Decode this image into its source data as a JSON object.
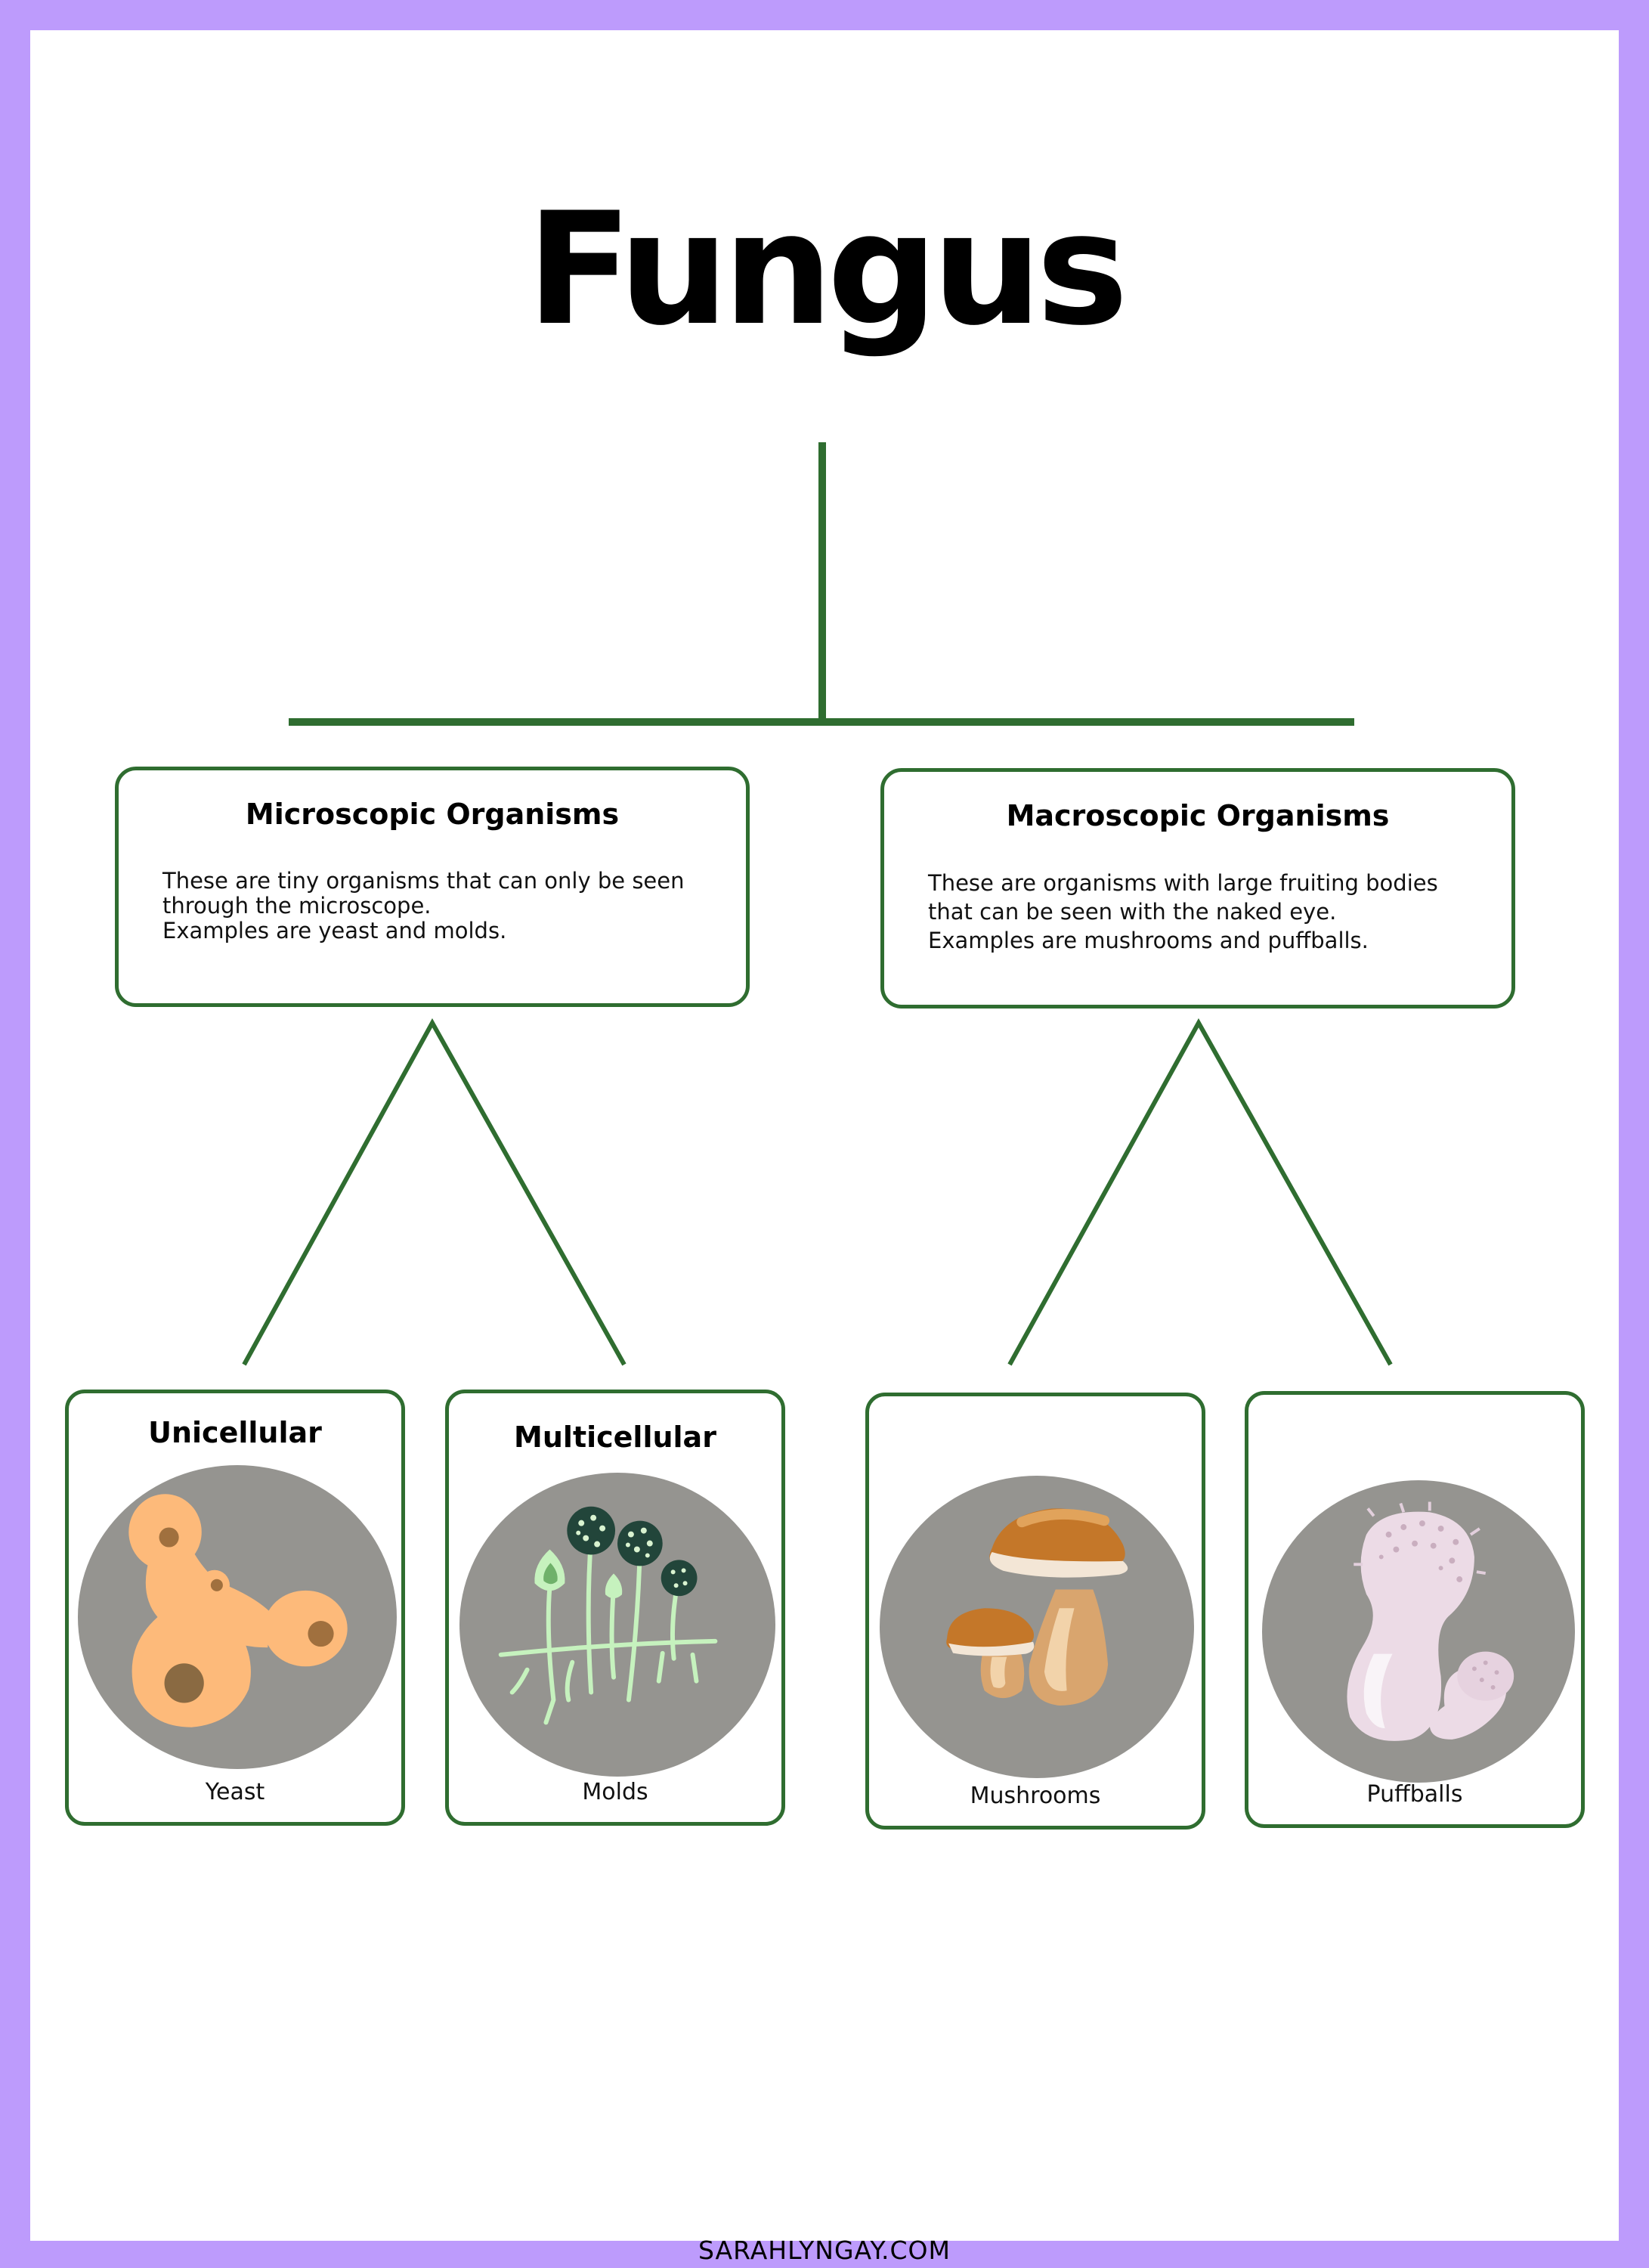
{
  "title": "Fungus",
  "footer": "SARAHLYNGAY.COM",
  "colors": {
    "border": "#bd9bfc",
    "line": "#2f6d30",
    "circle": "#959490"
  },
  "categories": [
    {
      "heading": "Microscopic Organisms",
      "description": "These are tiny organisms that can only be seen\nthrough the microscope.\nExamples are yeast and molds.",
      "examples": [
        {
          "heading": "Unicellular",
          "caption": "Yeast",
          "icon": "yeast-icon"
        },
        {
          "heading": "Multicellular",
          "caption": "Molds",
          "icon": "molds-icon"
        }
      ]
    },
    {
      "heading": "Macroscopic Organisms",
      "description": "These are organisms with large fruiting bodies\nthat can be seen with the naked eye.\nExamples are mushrooms and puffballs.",
      "examples": [
        {
          "heading": "",
          "caption": "Mushrooms",
          "icon": "mushrooms-icon"
        },
        {
          "heading": "",
          "caption": "Puffballs",
          "icon": "puffballs-icon"
        }
      ]
    }
  ]
}
